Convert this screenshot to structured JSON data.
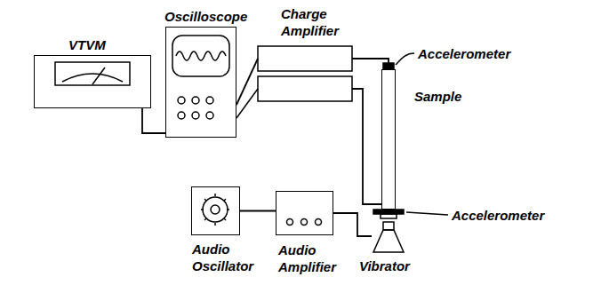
{
  "diagram": {
    "nodes": [
      {
        "text": [
          "VTVM"
        ]
      },
      {
        "text": [
          "Oscilloscope"
        ]
      },
      {
        "text": [
          "Charge Amplifier"
        ]
      },
      {
        "text": [
          "Sample"
        ]
      },
      {
        "text": [
          "Audio Oscillator"
        ]
      },
      {
        "text": [
          "Audio Amplifier"
        ]
      },
      {
        "text": [
          "Vibrator"
        ]
      }
    ],
    "edges": [
      {
        "from": 0,
        "to": 1,
        "arrow": "none"
      },
      {
        "from": 1,
        "to": 2,
        "arrow": "none"
      },
      {
        "from": 2,
        "to": 3,
        "arrow": "none"
      },
      {
        "from": 2,
        "to": 3,
        "arrow": "none"
      },
      {
        "from": 4,
        "to": 5,
        "arrow": "none"
      },
      {
        "from": 5,
        "to": 6,
        "arrow": "none"
      }
    ],
    "labels": [
      "Accelerometer",
      "Accelerometer"
    ]
  }
}
